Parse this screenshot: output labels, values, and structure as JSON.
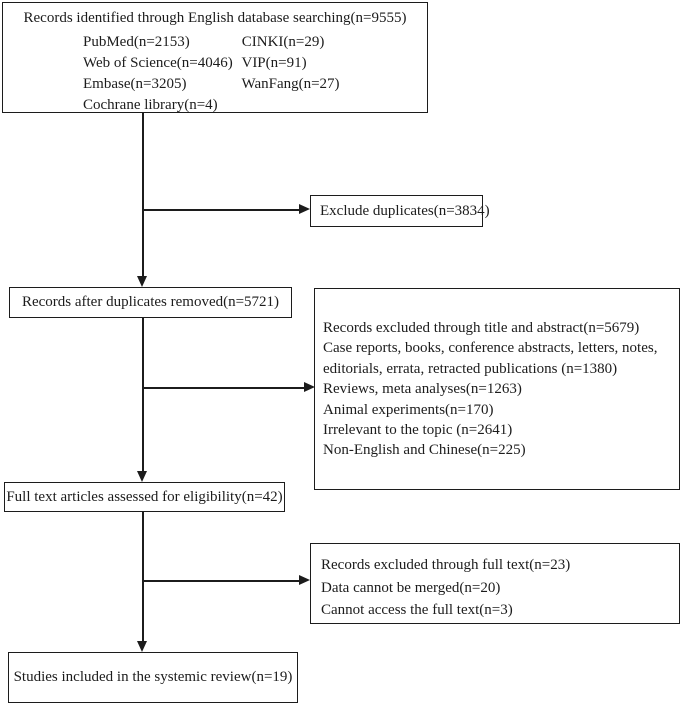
{
  "colors": {
    "ink": "#1c1c1c",
    "background": "#ffffff"
  },
  "identification": {
    "title": "Records identified through English database searching(n=9555)",
    "sources": [
      {
        "col1": "PubMed(n=2153)",
        "col2": "CINKI(n=29)"
      },
      {
        "col1": "Web of Science(n=4046)",
        "col2": "VIP(n=91)"
      },
      {
        "col1": "Embase(n=3205)",
        "col2": "WanFang(n=27)"
      },
      {
        "col1": "Cochrane library(n=4)",
        "col2": ""
      }
    ]
  },
  "exclude_duplicates": {
    "label": "Exclude duplicates(n=3834)"
  },
  "after_duplicates": {
    "label": "Records after duplicates removed(n=5721)"
  },
  "excluded_title_abstract": {
    "lines": [
      "Records excluded through title and abstract(n=5679)",
      "Case reports, books, conference abstracts, letters, notes,",
      "editorials, errata, retracted publications (n=1380)",
      "Reviews, meta analyses(n=1263)",
      "Animal experiments(n=170)",
      "Irrelevant to the topic (n=2641)",
      "Non-English and Chinese(n=225)"
    ]
  },
  "full_text_assessed": {
    "label": "Full text articles assessed for eligibility(n=42)"
  },
  "excluded_full_text": {
    "lines": [
      "Records excluded through full text(n=23)",
      "Data cannot be merged(n=20)",
      "Cannot access the full text(n=3)"
    ]
  },
  "included": {
    "label": "Studies included in the systemic review(n=19)"
  }
}
